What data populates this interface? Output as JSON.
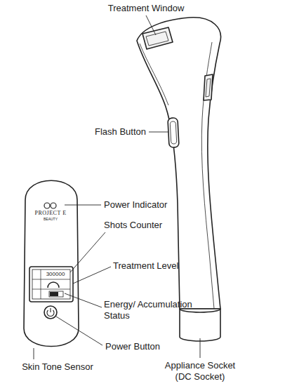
{
  "diagram": {
    "labels": [
      "Treatment Window",
      "Flash Button",
      "Power Indicator",
      "Shots Counter",
      "Treatment Level",
      "Energy/ Accumulation Status",
      "Power Button",
      "Skin Tone Sensor",
      "Appliance Socket (DC Socket)",
      "PROJECT E",
      "BEAUTY",
      "300000"
    ]
  }
}
